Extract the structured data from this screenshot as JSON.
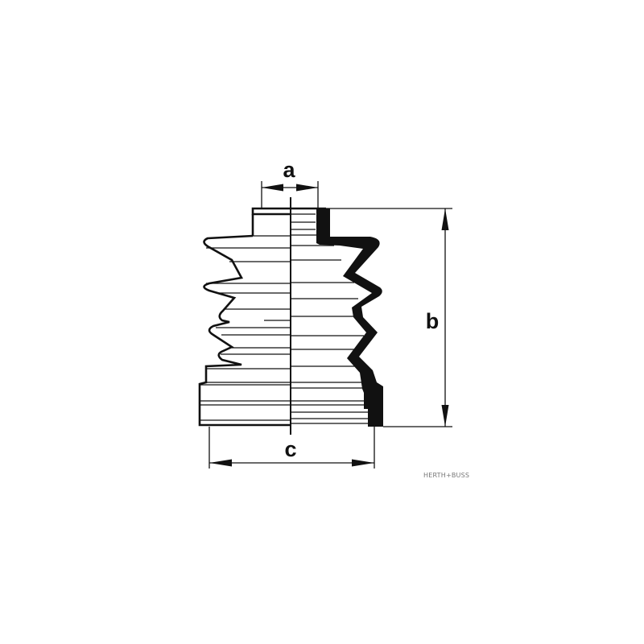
{
  "drawing": {
    "subject": "CV joint boot",
    "dimension_labels": {
      "a": "a",
      "b": "b",
      "c": "c"
    },
    "brand_logo": "HERTH+BUSS"
  }
}
